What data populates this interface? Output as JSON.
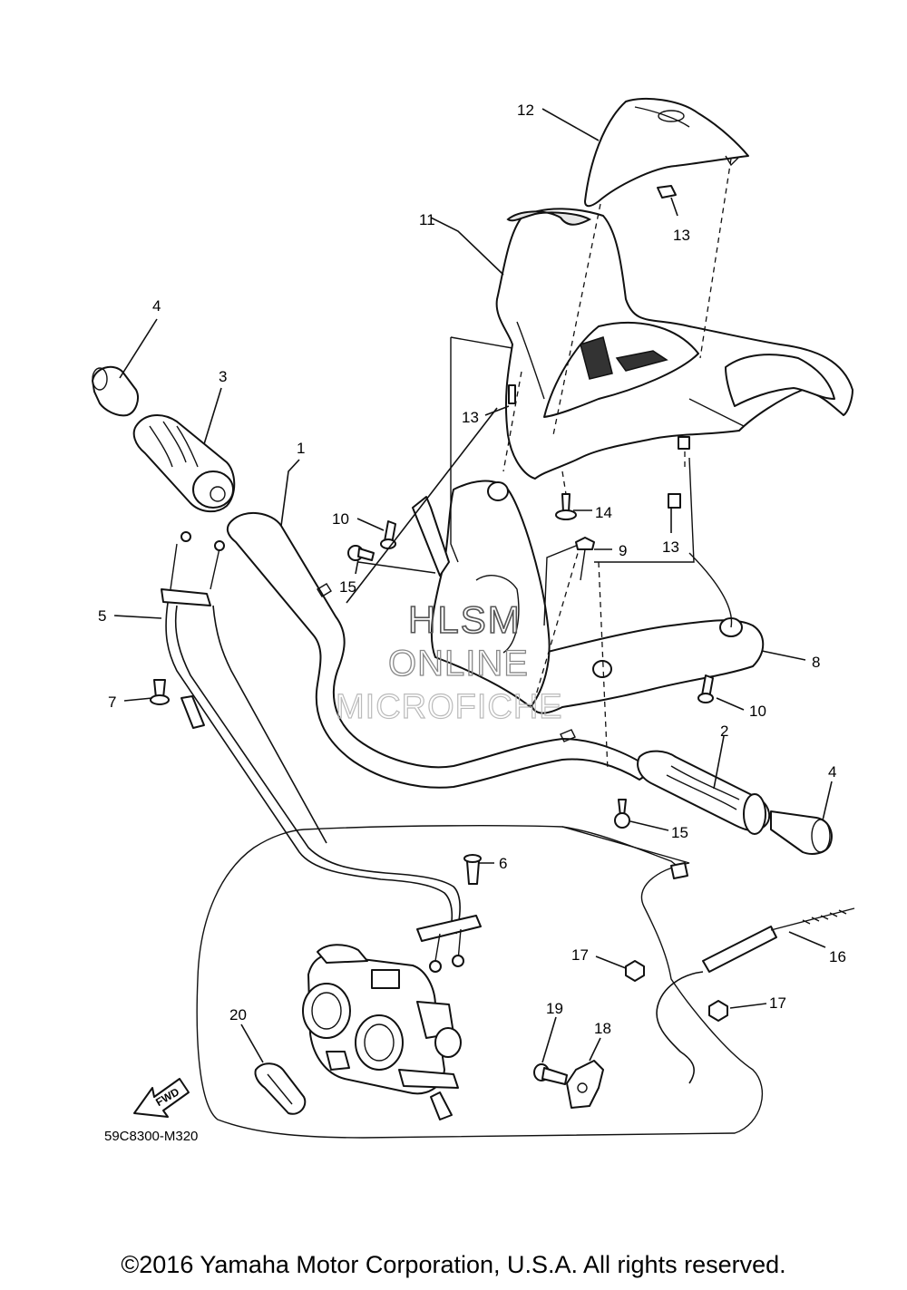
{
  "callouts": [
    {
      "label": "1"
    },
    {
      "label": "2"
    },
    {
      "label": "3"
    },
    {
      "label": "4"
    },
    {
      "label": "4"
    },
    {
      "label": "5"
    },
    {
      "label": "6"
    },
    {
      "label": "7"
    },
    {
      "label": "8"
    },
    {
      "label": "9"
    },
    {
      "label": "10"
    },
    {
      "label": "10"
    },
    {
      "label": "11"
    },
    {
      "label": "12"
    },
    {
      "label": "13"
    },
    {
      "label": "13"
    },
    {
      "label": "13"
    },
    {
      "label": "14"
    },
    {
      "label": "15"
    },
    {
      "label": "15"
    },
    {
      "label": "16"
    },
    {
      "label": "17"
    },
    {
      "label": "17"
    },
    {
      "label": "18"
    },
    {
      "label": "19"
    },
    {
      "label": "20"
    }
  ],
  "watermark": {
    "line1": "HLSM",
    "line2": "ONLINE",
    "line3": "MICROFICHE"
  },
  "fwd_label": "FWD",
  "figure_code": "59C8300-M320",
  "copyright": "©2016 Yamaha Motor Corporation, U.S.A. All rights reserved."
}
